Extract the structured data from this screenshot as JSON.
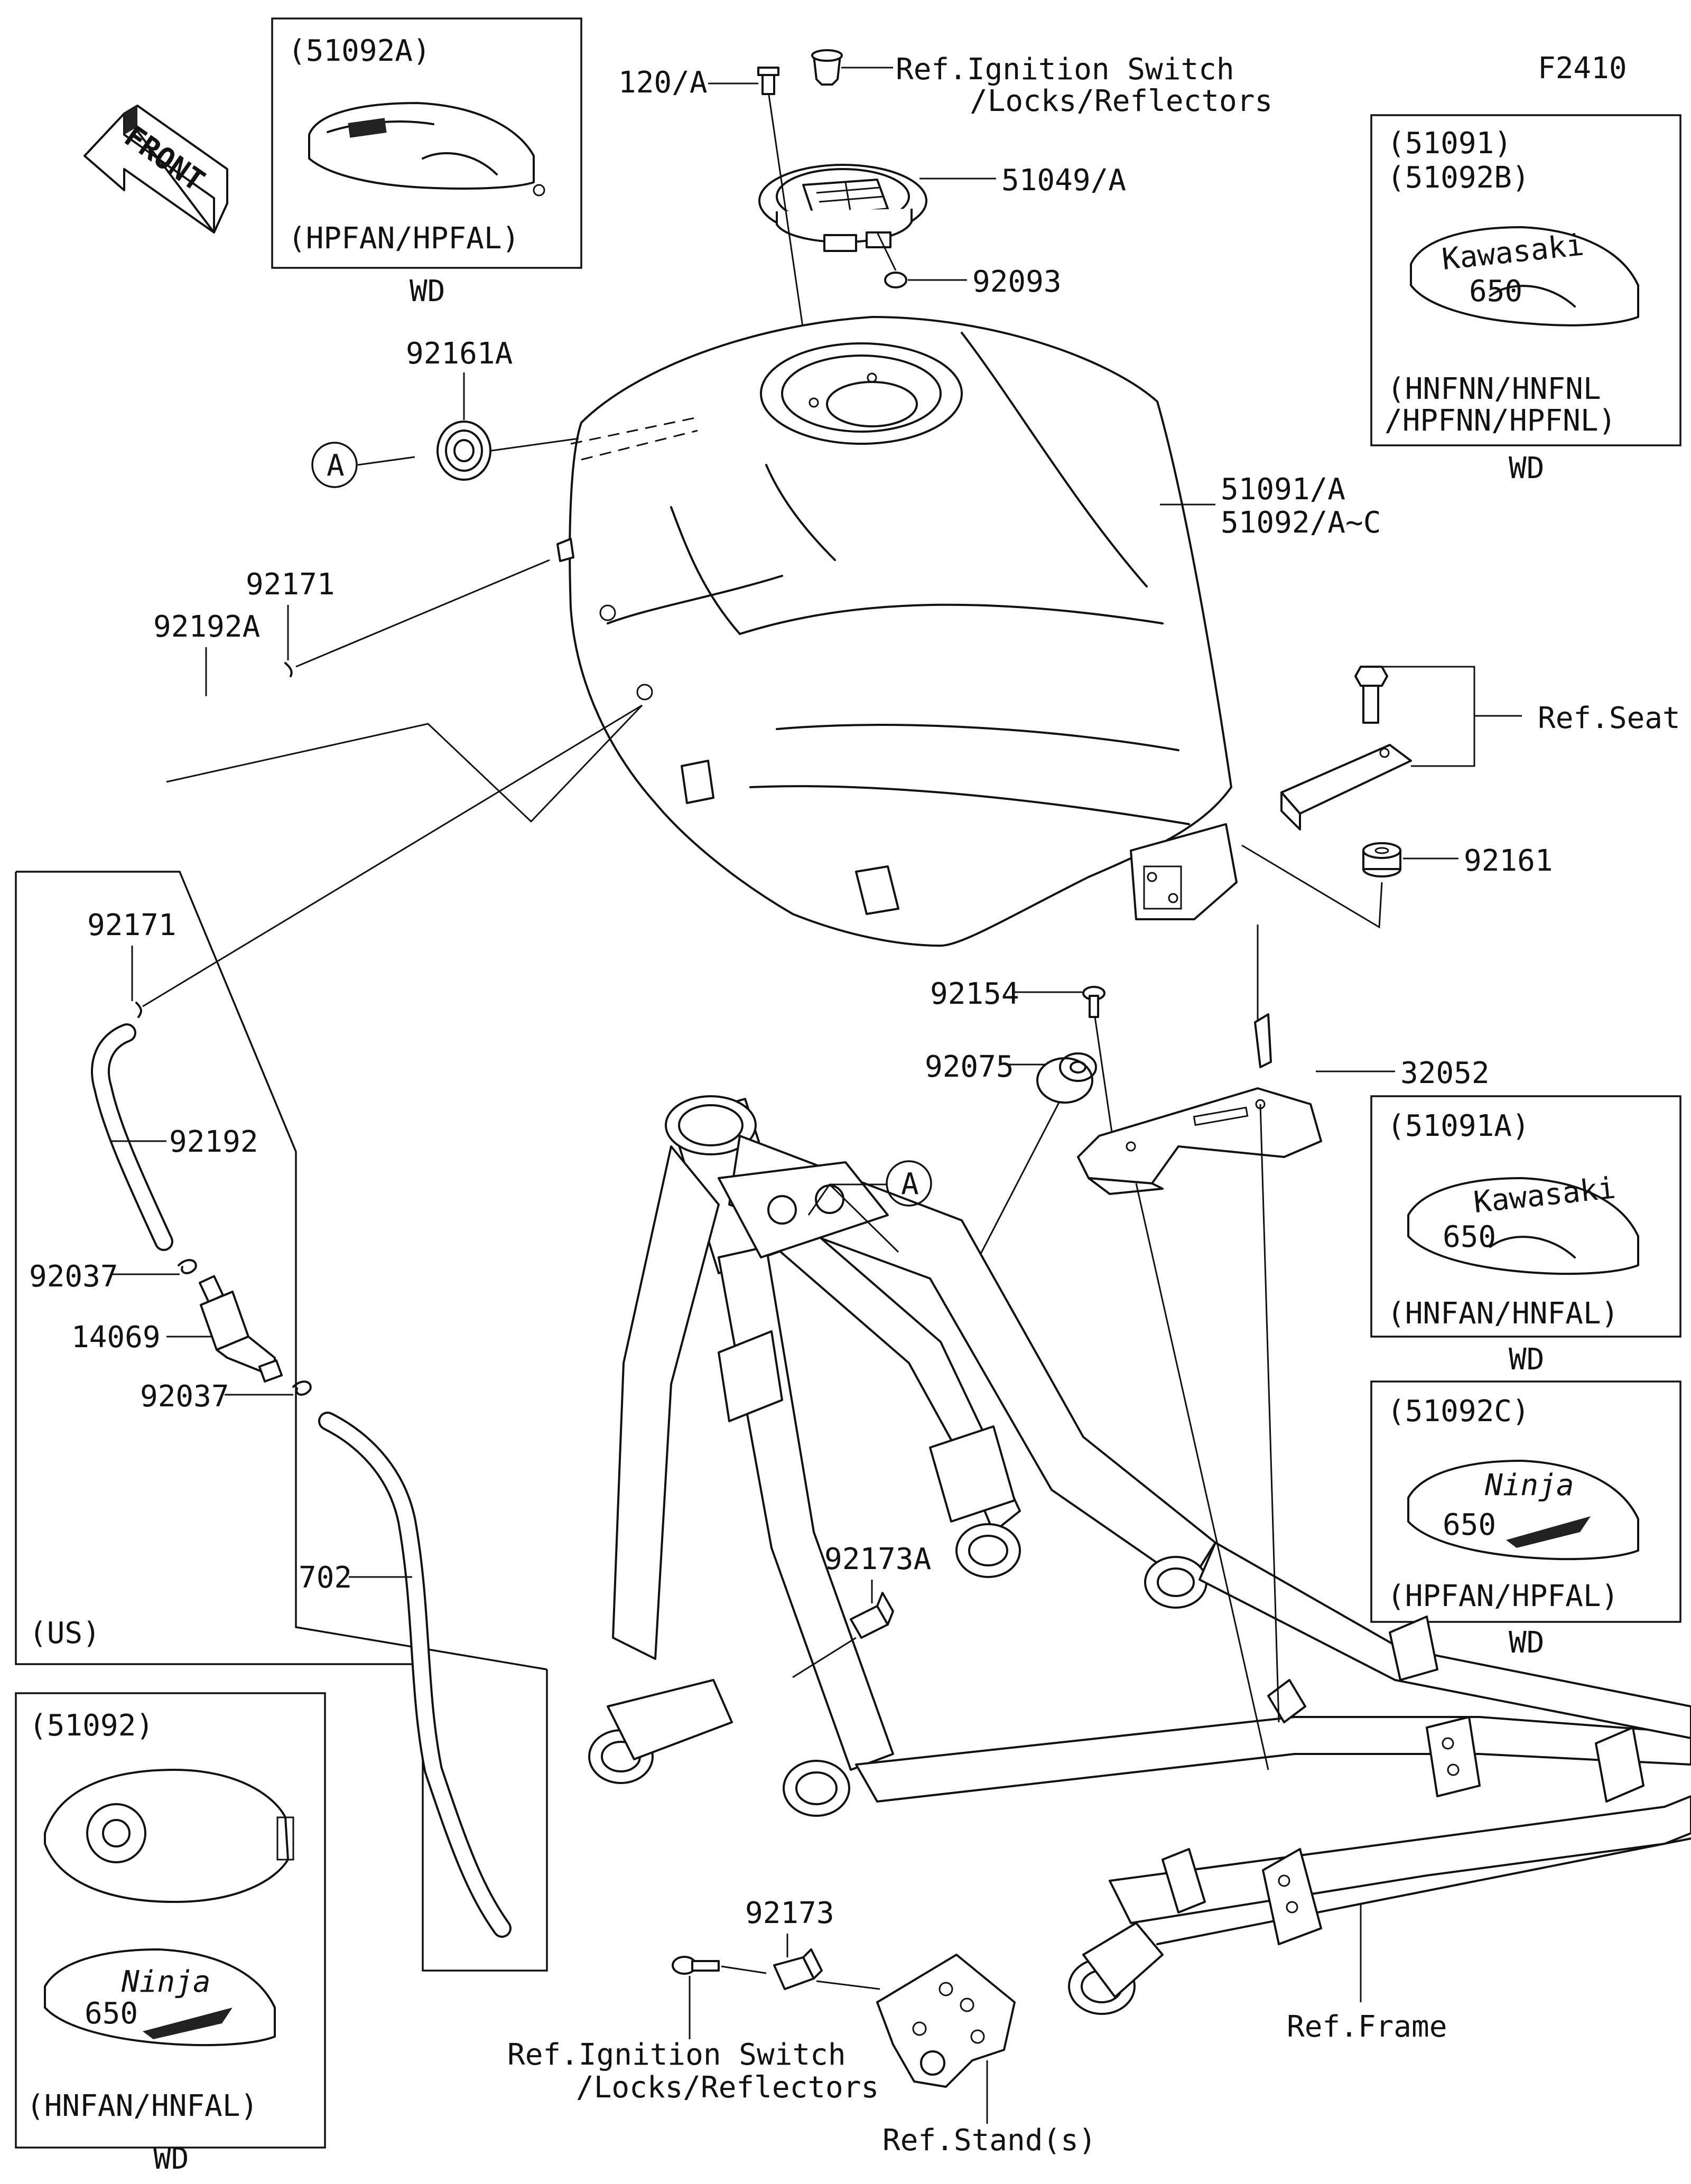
{
  "figure_code": "F2410",
  "front_label": "FRONT",
  "callout_letter": "A",
  "parts": {
    "p120a": "120/A",
    "ref_ign_top_1": "Ref.Ignition Switch",
    "ref_ign_top_2": "/Locks/Reflectors",
    "p51049a": "51049/A",
    "p92093": "92093",
    "p92161a": "92161A",
    "p51091a_tank": "51091/A",
    "p51092ac": "51092/A~C",
    "p92171_top": "92171",
    "p92192a": "92192A",
    "ref_seat": "Ref.Seat",
    "p92161": "92161",
    "p92154": "92154",
    "p92075": "92075",
    "p32052": "32052",
    "p92171_us": "92171",
    "p92192": "92192",
    "p92037_a": "92037",
    "p14069": "14069",
    "p92037_b": "92037",
    "p702": "702",
    "us_label": "(US)",
    "p92173a": "92173A",
    "p92173": "92173",
    "ref_ign_bot_1": "Ref.Ignition Switch",
    "ref_ign_bot_2": "/Locks/Reflectors",
    "ref_stands": "Ref.Stand(s)",
    "ref_frame": "Ref.Frame"
  },
  "insets": {
    "i51092a": {
      "code": "(51092A)",
      "variant": "(HPFAN/HPFAL)",
      "color": "WD"
    },
    "i51091": {
      "code1": "(51091)",
      "code2": "(51092B)",
      "variant1": "(HNFNN/HNFNL",
      "variant2": "/HPFNN/HPFNL)",
      "color": "WD"
    },
    "i51091a": {
      "code": "(51091A)",
      "variant": "(HNFAN/HNFAL)",
      "color": "WD"
    },
    "i51092c": {
      "code": "(51092C)",
      "variant": "(HPFAN/HPFAL)",
      "color": "WD"
    },
    "i51092": {
      "code": "(51092)",
      "variant": "(HNFAN/HNFAL)",
      "color": "WD"
    }
  },
  "decal_text": {
    "brand": "Kawasaki",
    "model": "Ninja",
    "badge": "650"
  }
}
